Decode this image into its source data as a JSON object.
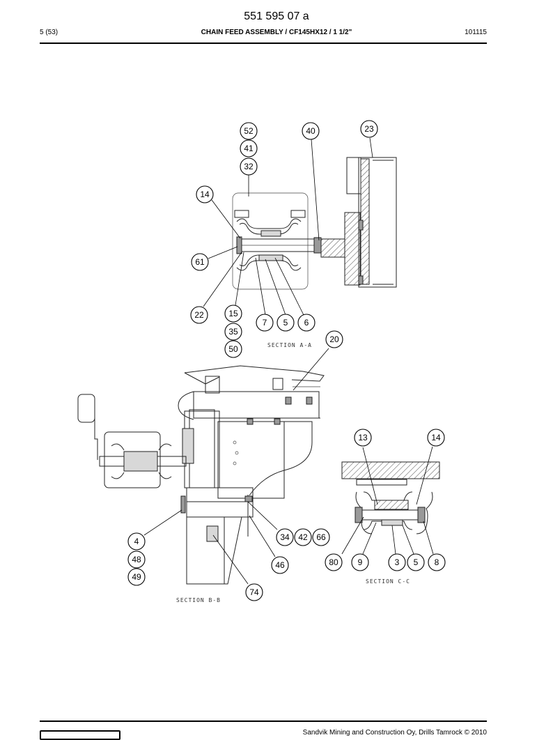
{
  "header": {
    "doc_number": "551 595 07 a",
    "page_ref": "5 (53)",
    "title": "CHAIN FEED ASSEMBLY / CF145HX12 / 1 1/2\"",
    "date_code": "101115"
  },
  "drawing": {
    "section_labels": [
      "SECTION A-A",
      "SECTION B-B",
      "SECTION C-C"
    ],
    "callouts": [
      "52",
      "41",
      "32",
      "40",
      "23",
      "14",
      "61",
      "22",
      "15",
      "35",
      "50",
      "7",
      "5",
      "6",
      "20",
      "13",
      "14",
      "4",
      "48",
      "49",
      "34",
      "42",
      "66",
      "46",
      "74",
      "80",
      "9",
      "3",
      "5",
      "8"
    ]
  },
  "footer": {
    "text": "Sandvik Mining and Construction Oy, Drills Tamrock © 2010"
  }
}
